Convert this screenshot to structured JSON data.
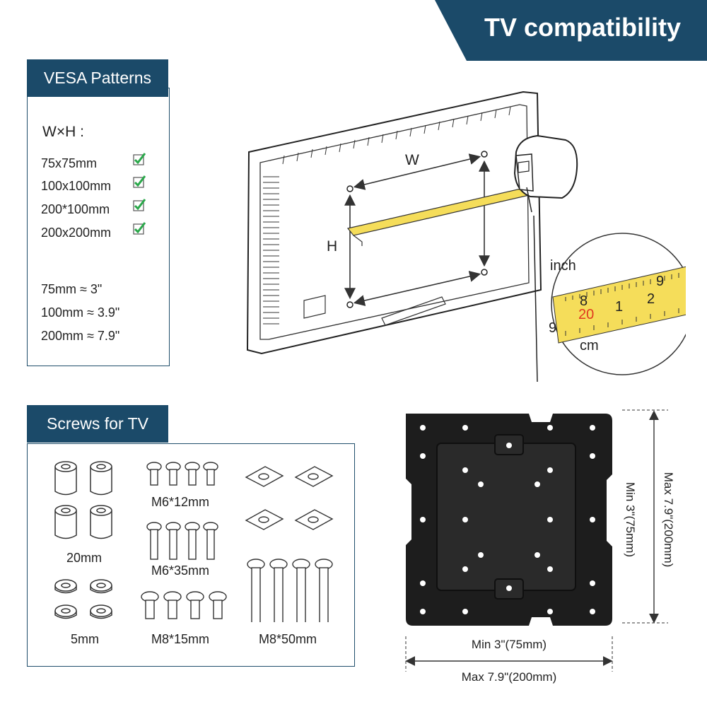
{
  "header": {
    "title": "TV compatibility"
  },
  "vesa": {
    "tab_label": "VESA Patterns",
    "heading": "W×H :",
    "patterns": [
      "75x75mm",
      "100x100mm",
      "200*100mm",
      "200x200mm"
    ],
    "conversions": [
      "75mm ≈ 3\"",
      "100mm ≈ 3.9\"",
      "200mm ≈ 7.9\""
    ]
  },
  "diagram": {
    "w_label": "W",
    "h_label": "H",
    "inch_label": "inch",
    "cm_label": "cm",
    "tape_numbers_top": [
      "8",
      "9"
    ],
    "tape_numbers_bottom": [
      "9",
      "20",
      "1",
      "2"
    ]
  },
  "screws": {
    "tab_label": "Screws for TV",
    "spacer_long_label": "20mm",
    "spacer_short_label": "5mm",
    "m6_12_label": "M6*12mm",
    "m6_35_label": "M6*35mm",
    "m8_15_label": "M8*15mm",
    "m8_50_label": "M8*50mm"
  },
  "plate": {
    "min_horizontal": "Min 3\"(75mm)",
    "max_horizontal": "Max 7.9\"(200mm)",
    "min_vertical": "Min 3\"(75mm)",
    "max_vertical": "Max 7.9\"(200mm)"
  },
  "colors": {
    "brand_blue": "#1b4a69",
    "tape_yellow": "#f5dd5a",
    "check_green": "#2aa84a",
    "plate_black": "#1d1d1d"
  }
}
